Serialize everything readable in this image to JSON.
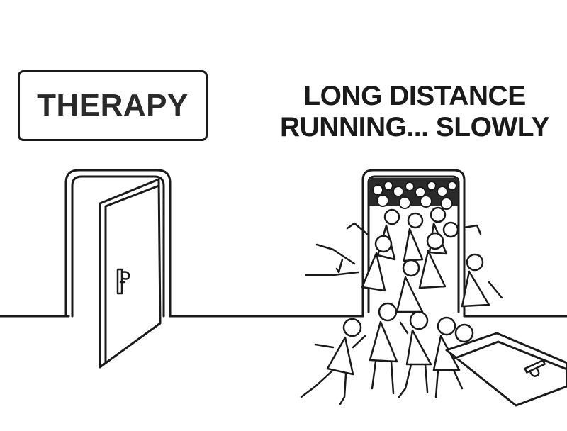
{
  "left_door": {
    "sign_label": "THERAPY"
  },
  "right_door": {
    "caption_line_1": "LONG DISTANCE",
    "caption_line_2": "RUNNING... SLOWLY"
  },
  "colors": {
    "ink": "#1a1a1a",
    "background": "#ffffff"
  },
  "icons": {
    "left_door_handle": "door-handle-icon",
    "fallen_door_handle": "door-handle-icon"
  }
}
